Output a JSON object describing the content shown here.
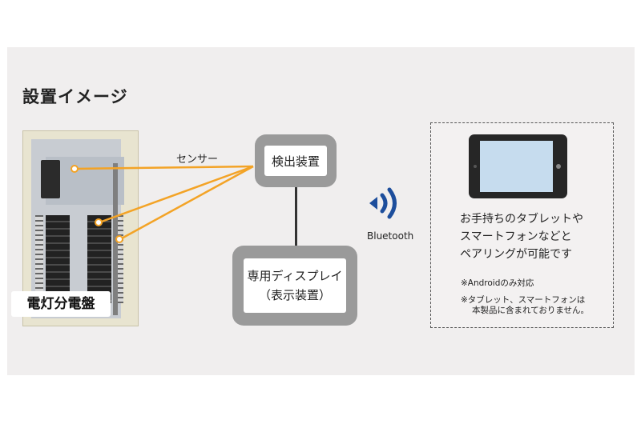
{
  "title": "設置イメージ",
  "board": {
    "label": "電灯分電盤"
  },
  "sensor": {
    "label": "センサー"
  },
  "detector": {
    "label": "検出装置"
  },
  "display": {
    "line1": "専用ディスプレイ",
    "line2": "（表示装置）"
  },
  "bluetooth": {
    "label": "Bluetooth",
    "icon": "bluetooth-wave-icon",
    "color": "#1d4e9c"
  },
  "device": {
    "description_lines": [
      "お手持ちのタブレットや",
      "スマートフォンなどと",
      "ペアリングが可能です"
    ],
    "note1": "※Androidのみ対応",
    "note2": "※タブレット、スマートフォンは",
    "note3": "本製品に含まれておりません。"
  },
  "colors": {
    "sensor_line": "#f3a326",
    "box_frame": "#9a9a9a",
    "tablet_screen": "#c6dcee"
  }
}
